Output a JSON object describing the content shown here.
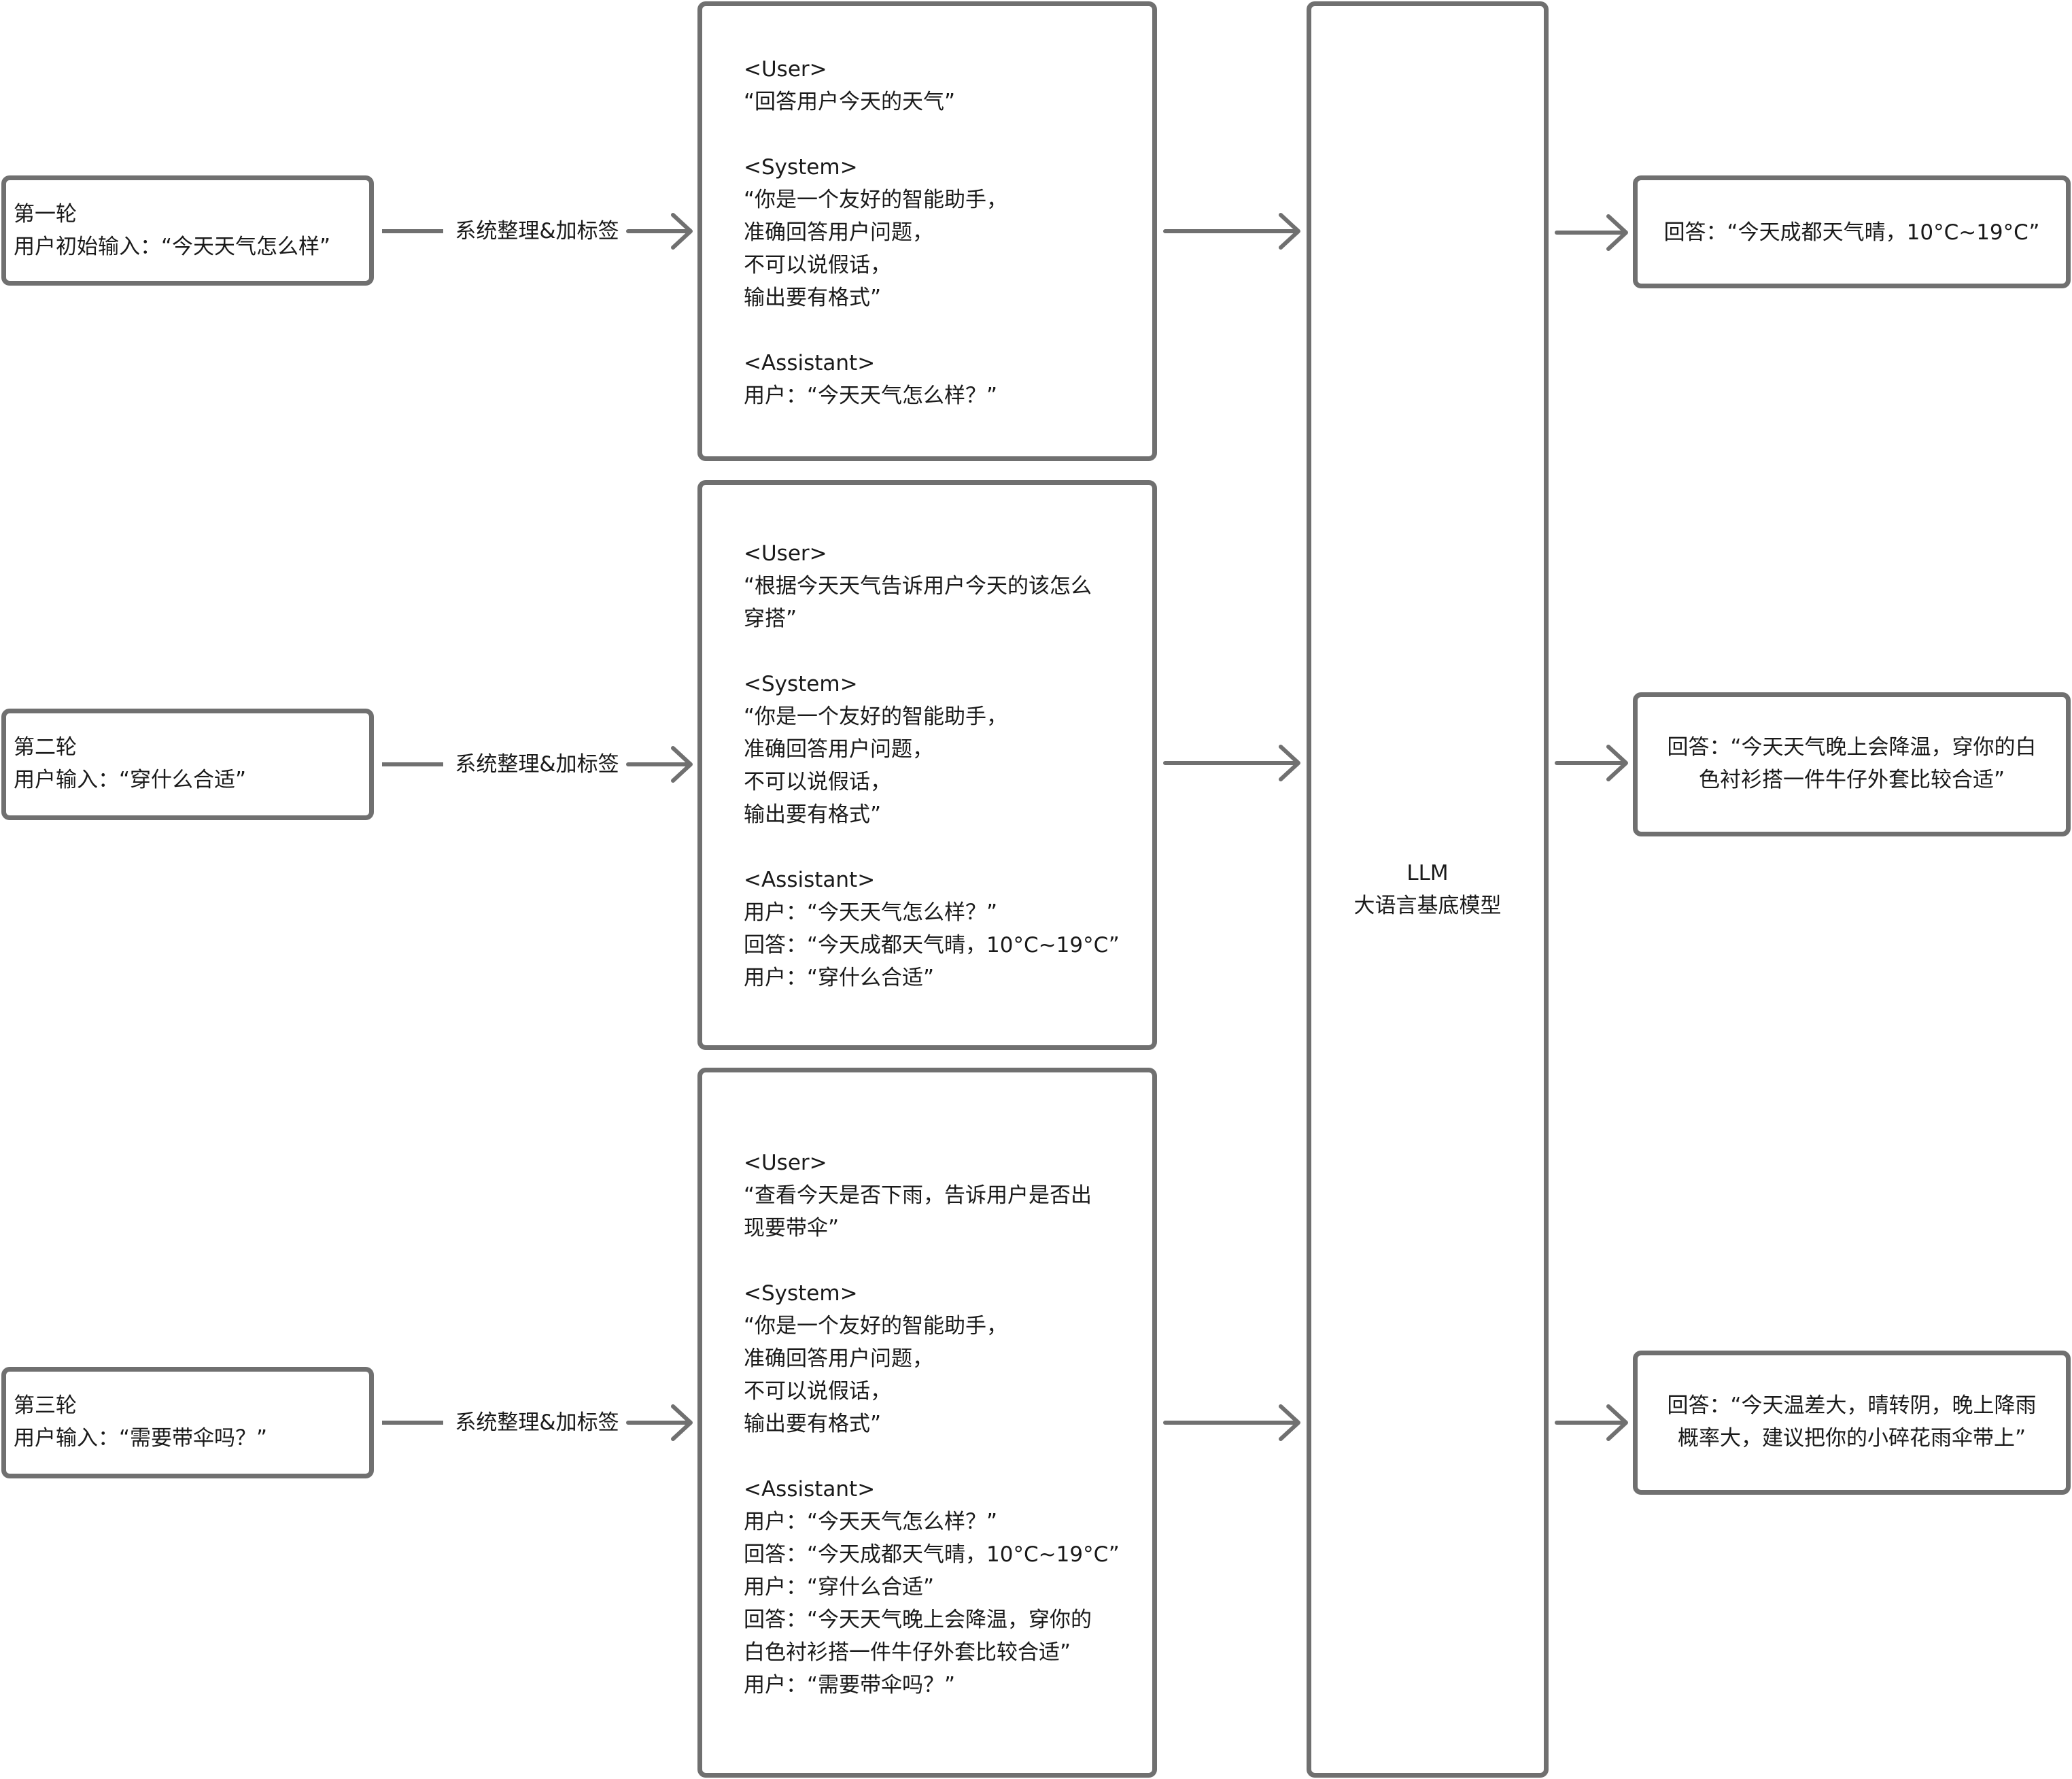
{
  "inputs": [
    {
      "round": "第一轮",
      "text": "用户初始输入：“今天天气怎么样”"
    },
    {
      "round": "第二轮",
      "text": "用户输入：“穿什么合适”"
    },
    {
      "round": "第三轮",
      "text": "用户输入：“需要带伞吗？”"
    }
  ],
  "edge_label": "系统整理&加标签",
  "prompts": [
    {
      "user_tag": "<User>",
      "user_text": "“回答用户今天的天气”",
      "system_tag": "<System>",
      "system_text": "“你是一个友好的智能助手，\n准确回答用户问题，\n不可以说假话，\n输出要有格式”",
      "assistant_tag": "<Assistant>",
      "assistant_text": "用户：“今天天气怎么样？”"
    },
    {
      "user_tag": "<User>",
      "user_text": "“根据今天天气告诉用户今天的该怎么\n穿搭”",
      "system_tag": "<System>",
      "system_text": "“你是一个友好的智能助手，\n准确回答用户问题，\n不可以说假话，\n输出要有格式”",
      "assistant_tag": "<Assistant>",
      "assistant_text": "用户：“今天天气怎么样？”\n回答：“今天成都天气晴，10°C~19°C”\n用户：“穿什么合适”"
    },
    {
      "user_tag": "<User>",
      "user_text": "“查看今天是否下雨，告诉用户是否出\n现要带伞”",
      "system_tag": "<System>",
      "system_text": "“你是一个友好的智能助手，\n准确回答用户问题，\n不可以说假话，\n输出要有格式”",
      "assistant_tag": "<Assistant>",
      "assistant_text": "用户：“今天天气怎么样？”\n回答：“今天成都天气晴，10°C~19°C”\n用户：“穿什么合适”\n回答：“今天天气晚上会降温，穿你的\n白色衬衫搭一件牛仔外套比较合适”\n用户：“需要带伞吗？”"
    }
  ],
  "llm": {
    "title": "LLM",
    "subtitle": "大语言基底模型"
  },
  "answers": [
    "回答：“今天成都天气晴，10°C~19°C”",
    "回答：“今天天气晚上会降温，穿你的白\n色衬衫搭一件牛仔外套比较合适”",
    "回答：“今天温差大，晴转阴，晚上降雨\n概率大，建议把你的小碎花雨伞带上”"
  ],
  "colors": {
    "stroke": "#707070",
    "text": "#1a1a1a",
    "background": "#ffffff"
  }
}
